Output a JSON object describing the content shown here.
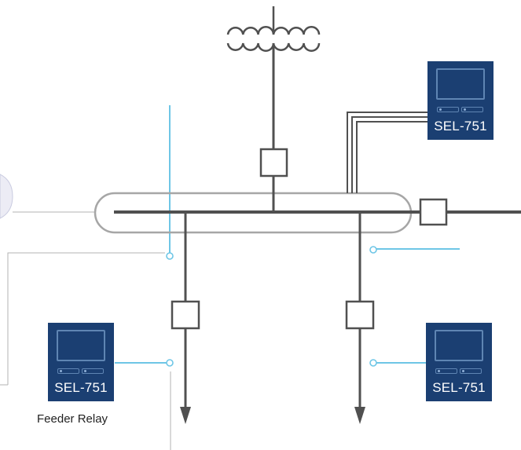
{
  "colors": {
    "line": "#505050",
    "bus_outline": "#a6a6a6",
    "communication": "#6ec6e6",
    "relay_body": "#1b3f72",
    "relay_accent": "#5f85b3"
  },
  "icons": [
    "transformer-icon",
    "breaker-icon",
    "arrow-icon",
    "relay-icon",
    "connection-node-icon"
  ],
  "relays": [
    {
      "label": "SEL-751"
    },
    {
      "label": "SEL-751"
    },
    {
      "label": "SEL-751"
    }
  ],
  "captions": {
    "feeder_relay": "Feeder Relay"
  }
}
